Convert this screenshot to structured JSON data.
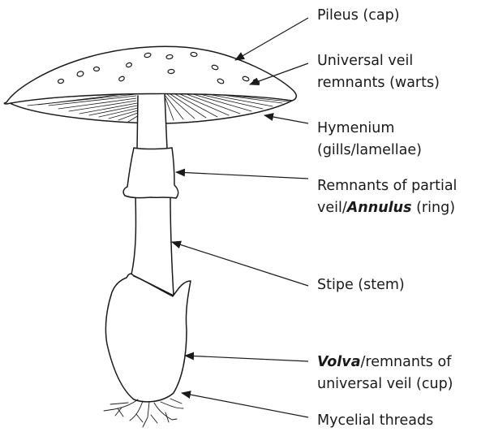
{
  "colors": {
    "ink": "#1a1a1a",
    "background": "#ffffff"
  },
  "labels": {
    "pileus": {
      "line1": "Pileus (cap)"
    },
    "warts": {
      "line1": "Universal veil",
      "line2": "remnants (warts)"
    },
    "hymenium": {
      "line1": "Hymenium",
      "line2": "(gills/lamellae)"
    },
    "annulus": {
      "line1": "Remnants of partial",
      "line2_prefix": "veil/",
      "line2_em": "Annulus",
      "line2_suffix": " (ring)"
    },
    "stipe": {
      "line1": "Stipe (stem)"
    },
    "volva": {
      "line1_em": "Volva",
      "line1_suffix": "/remnants of",
      "line2": "universal veil (cup)"
    },
    "mycelium": {
      "line1": "Mycelial threads"
    }
  }
}
